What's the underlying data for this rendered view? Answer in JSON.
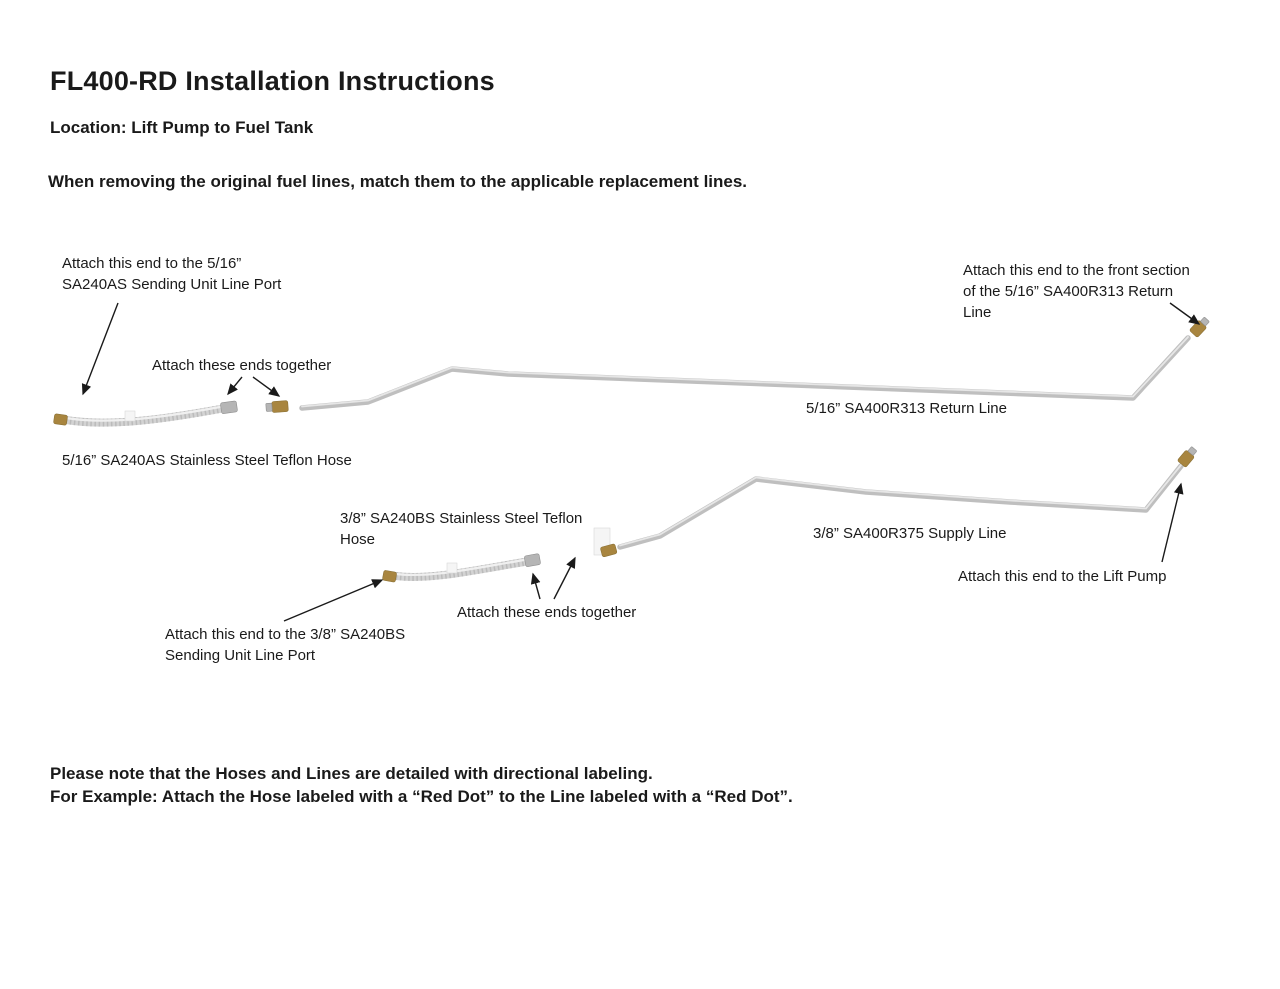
{
  "colors": {
    "line_metal": "#bfbfbf",
    "line_highlight": "#e6e6e6",
    "hose_braid": "#d3d3d3",
    "fitting_brass": "#a8853f",
    "fitting_silver": "#b5b5b5",
    "arrow": "#1a1a1a",
    "text": "#1a1a1a"
  },
  "header": {
    "title": "FL400-RD Installation Instructions",
    "location": "Location: Lift Pump to Fuel Tank",
    "warning": "When removing the original fuel lines, match them to the applicable replacement lines."
  },
  "diagram": {
    "callouts": {
      "attach_sending_unit_516": "Attach this end to the 5/16”\nSA240AS Sending Unit Line Port",
      "attach_together_top": "Attach  these ends together",
      "attach_front_section": "Attach this end to the front section\nof the 5/16” SA400R313 Return\nLine",
      "return_line_label": "5/16” SA400R313 Return Line",
      "hose_516_label": "5/16” SA240AS Stainless Steel Teflon Hose",
      "hose_38_label": "3/8” SA240BS Stainless Steel Teflon\nHose",
      "supply_line_label": "3/8” SA400R375 Supply Line",
      "attach_lift_pump": "Attach this  end to the Lift Pump",
      "attach_together_bottom": "Attach  these ends together",
      "attach_sending_unit_38": "Attach this end to the 3/8” SA240BS\nSending Unit Line Port"
    }
  },
  "footer": {
    "note_line1": "Please note that the Hoses and Lines are detailed with directional labeling.",
    "note_line2": "For Example: Attach the Hose labeled with a “Red Dot” to the Line labeled with a “Red Dot”."
  }
}
